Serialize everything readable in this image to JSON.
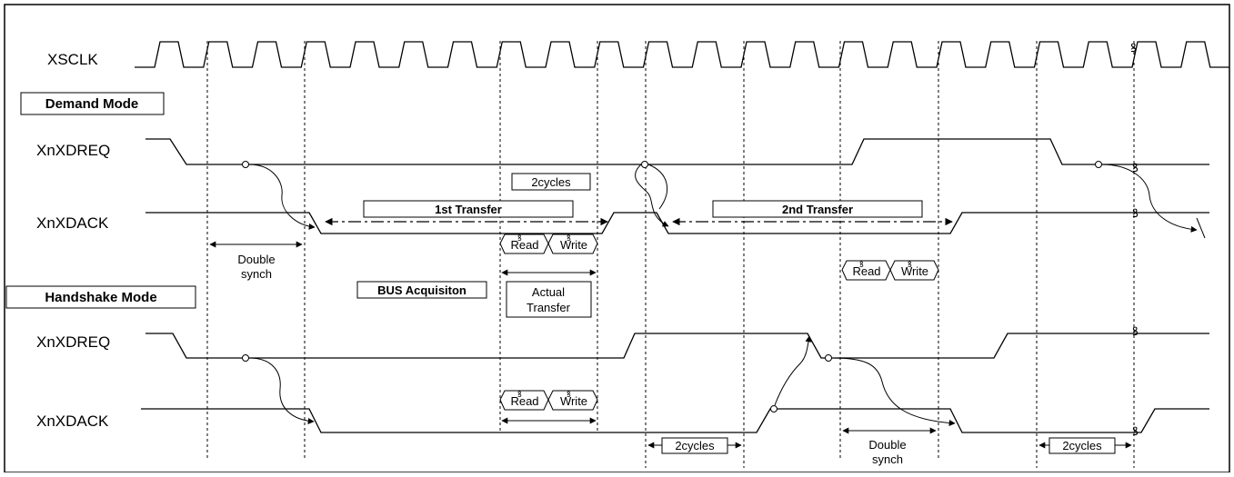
{
  "signals": {
    "clock": "XSCLK",
    "demand_xdreq": "XnXDREQ",
    "demand_xdack": "XnXDACK",
    "handshake_xdreq": "XnXDREQ",
    "handshake_xdack": "XnXDACK"
  },
  "modes": {
    "demand": "Demand Mode",
    "handshake": "Handshake Mode"
  },
  "labels": {
    "two_cycles_top": "2cycles",
    "first_transfer": "1st Transfer",
    "second_transfer": "2nd Transfer",
    "read": "Read",
    "write": "Write",
    "double": "Double",
    "synch": "synch",
    "bus_acquisition": "BUS Acquisiton",
    "actual": "Actual",
    "transfer": "Transfer",
    "two_cycles_bottom": "2cycles"
  }
}
